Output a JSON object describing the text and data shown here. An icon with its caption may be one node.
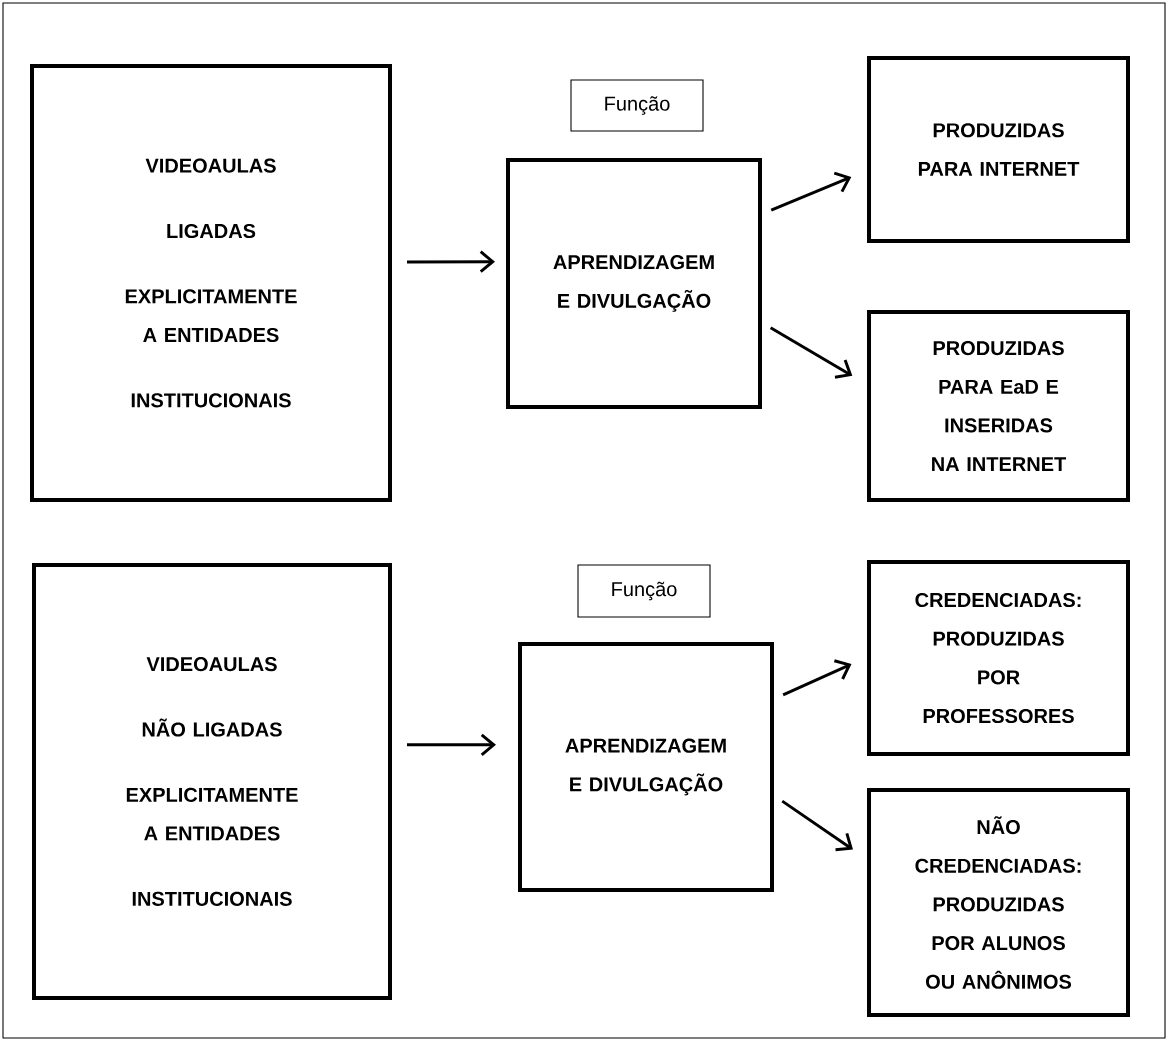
{
  "diagram": {
    "nodes": [
      {
        "text": [
          "VIDEOAULAS",
          "LIGADAS",
          "EXPLICITAMENTE A ENTIDADES",
          "INSTITUCIONAIS"
        ]
      },
      {
        "text": [
          "Função"
        ]
      },
      {
        "text": [
          "APRENDIZAGEM E DIVULGAÇÃO"
        ]
      },
      {
        "text": [
          "PRODUZIDAS PARA INTERNET"
        ]
      },
      {
        "text": [
          "PRODUZIDAS PARA EaD E INSERIDAS NA INTERNET"
        ]
      },
      {
        "text": [
          "VIDEOAULAS",
          "NÃO LIGADAS",
          "EXPLICITAMENTE A ENTIDADES",
          "INSTITUCIONAIS"
        ]
      },
      {
        "text": [
          "Função"
        ]
      },
      {
        "text": [
          "APRENDIZAGEM E DIVULGAÇÃO"
        ]
      },
      {
        "text": [
          "CREDENCIADAS:",
          "PRODUZIDAS POR PROFESSORES"
        ]
      },
      {
        "text": [
          "NÃO CREDENCIADAS:",
          "PRODUZIDAS POR ALUNOS OU ANÔNIMOS"
        ]
      }
    ],
    "edges": [
      {
        "from": 0,
        "to": 2,
        "arrow": "to"
      },
      {
        "from": 2,
        "to": 3,
        "arrow": "to"
      },
      {
        "from": 2,
        "to": 4,
        "arrow": "to"
      },
      {
        "from": 5,
        "to": 7,
        "arrow": "to"
      },
      {
        "from": 7,
        "to": 8,
        "arrow": "to"
      },
      {
        "from": 7,
        "to": 9,
        "arrow": "to"
      }
    ]
  }
}
